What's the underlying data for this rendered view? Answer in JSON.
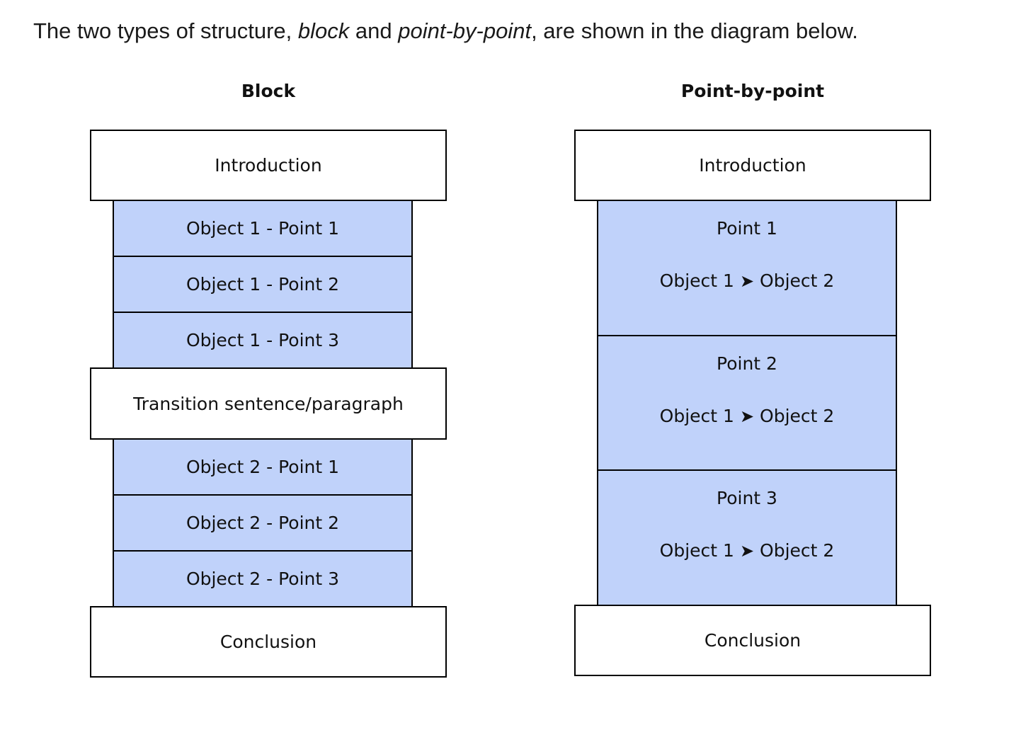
{
  "intro": {
    "part1": "The two types of structure, ",
    "em1": "block",
    "part2": " and ",
    "em2": "point-by-point",
    "part3": ", are shown in the diagram below."
  },
  "block": {
    "title": "Block",
    "introduction": "Introduction",
    "object1_points": [
      "Object 1 - Point 1",
      "Object 1 - Point 2",
      "Object 1 - Point 3"
    ],
    "transition": "Transition sentence/paragraph",
    "object2_points": [
      "Object 2 - Point 1",
      "Object 2 - Point 2",
      "Object 2 - Point 3"
    ],
    "conclusion": "Conclusion"
  },
  "point_by_point": {
    "title": "Point-by-point",
    "introduction": "Introduction",
    "points": [
      {
        "label": "Point 1",
        "from": "Object 1",
        "arrow": "➤",
        "to": "Object 2"
      },
      {
        "label": "Point 2",
        "from": "Object 1",
        "arrow": "➤",
        "to": "Object 2"
      },
      {
        "label": "Point 3",
        "from": "Object 1",
        "arrow": "➤",
        "to": "Object 2"
      }
    ],
    "conclusion": "Conclusion"
  },
  "colors": {
    "blue_fill": "#c0d2fa",
    "white_fill": "#ffffff",
    "border": "#000000"
  }
}
